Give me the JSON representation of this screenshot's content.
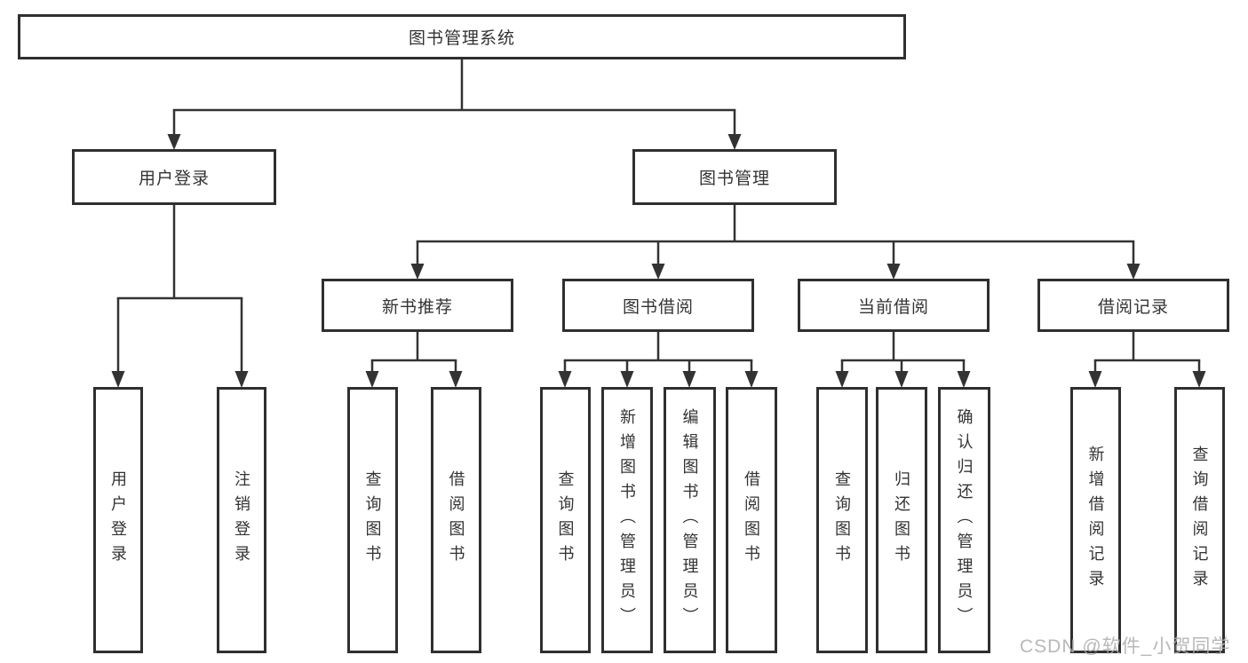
{
  "tree": {
    "label": "图书管理系统",
    "children": [
      {
        "label": "用户登录",
        "children": [
          {
            "label": "用户登录"
          },
          {
            "label": "注销登录"
          }
        ]
      },
      {
        "label": "图书管理",
        "children": [
          {
            "label": "新书推荐",
            "children": [
              {
                "label": "查询图书"
              },
              {
                "label": "借阅图书"
              }
            ]
          },
          {
            "label": "图书借阅",
            "children": [
              {
                "label": "查询图书"
              },
              {
                "label": "新增图书（管理员）"
              },
              {
                "label": "编辑图书（管理员）"
              },
              {
                "label": "借阅图书"
              }
            ]
          },
          {
            "label": "当前借阅",
            "children": [
              {
                "label": "查询图书"
              },
              {
                "label": "归还图书"
              },
              {
                "label": "确认归还（管理员）"
              }
            ]
          },
          {
            "label": "借阅记录",
            "children": [
              {
                "label": "新增借阅记录"
              },
              {
                "label": "查询借阅记录"
              }
            ]
          }
        ]
      }
    ]
  },
  "watermark": {
    "text": "CSDN @软件_小贺同学"
  },
  "colors": {
    "background": "#ffffff",
    "box_border": "#2f2f2f",
    "text": "#333333",
    "connector": "#333333",
    "watermark": "#acacac"
  }
}
